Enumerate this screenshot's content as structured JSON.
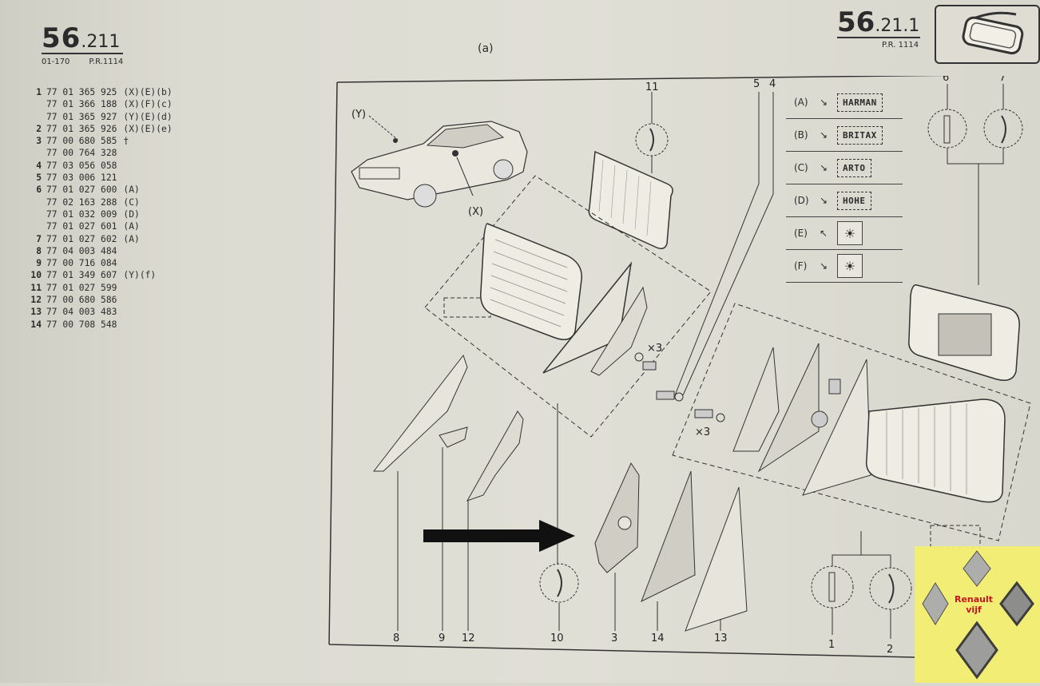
{
  "left_header": {
    "main": "56",
    "suffix": ".211",
    "code": "01-170",
    "pr": "P.R.1114"
  },
  "right_header": {
    "main": "56",
    "suffix": ".21.1",
    "pr": "P.R. 1114"
  },
  "variant_label": "(a)",
  "parts": [
    {
      "num": "1",
      "ref": "77 01 365 925",
      "note": "(X)(E)(b)"
    },
    {
      "num": "",
      "ref": "77 01 366 188",
      "note": "(X)(F)(c)"
    },
    {
      "num": "",
      "ref": "77 01 365 927",
      "note": "(Y)(E)(d)"
    },
    {
      "num": "2",
      "ref": "77 01 365 926",
      "note": "(X)(E)(e)"
    },
    {
      "num": "3",
      "ref": "77 00 680 585",
      "note": "†"
    },
    {
      "num": "",
      "ref": "77 00 764 328",
      "note": ""
    },
    {
      "num": "4",
      "ref": "77 03 056 058",
      "note": ""
    },
    {
      "num": "5",
      "ref": "77 03 006 121",
      "note": ""
    },
    {
      "num": "6",
      "ref": "77 01 027 600",
      "note": "(A)"
    },
    {
      "num": "",
      "ref": "77 02 163 288",
      "note": "(C)"
    },
    {
      "num": "",
      "ref": "77 01 032 009",
      "note": "(D)"
    },
    {
      "num": "",
      "ref": "77 01 027 601",
      "note": "(A)"
    },
    {
      "num": "7",
      "ref": "77 01 027 602",
      "note": "(A)"
    },
    {
      "num": "8",
      "ref": "77 04 003 484",
      "note": ""
    },
    {
      "num": "9",
      "ref": "77 00 716 084",
      "note": ""
    },
    {
      "num": "10",
      "ref": "77 01 349 607",
      "note": "(Y)(f)"
    },
    {
      "num": "11",
      "ref": "77 01 027 599",
      "note": ""
    },
    {
      "num": "12",
      "ref": "77 00 680 586",
      "note": ""
    },
    {
      "num": "13",
      "ref": "77 04 003 483",
      "note": ""
    },
    {
      "num": "14",
      "ref": "77 00 708 548",
      "note": ""
    }
  ],
  "brands": [
    {
      "letter": "(A)",
      "name": "HARMAN"
    },
    {
      "letter": "(B)",
      "name": "BRITAX"
    },
    {
      "letter": "(C)",
      "name": "ARTO"
    },
    {
      "letter": "(D)",
      "name": "HOHE"
    },
    {
      "letter": "(E)",
      "name": ""
    },
    {
      "letter": "(F)",
      "name": ""
    }
  ],
  "callouts": {
    "c1": "1",
    "c2": "2",
    "c3": "3",
    "c4": "4",
    "c5": "5",
    "c6": "6",
    "c7": "7",
    "c8": "8",
    "c9": "9",
    "c10": "10",
    "c11": "11",
    "c12": "12",
    "c13": "13",
    "c14": "14",
    "x": "(X)",
    "y": "(Y)",
    "x3a": "×3",
    "x3b": "×3"
  },
  "badge": {
    "line1": "Renault",
    "line2": "vijf"
  },
  "icons": [
    "mirror-icon",
    "car-illustration",
    "arrow-pointer",
    "renault-logo",
    "heated-mirror-icon"
  ]
}
